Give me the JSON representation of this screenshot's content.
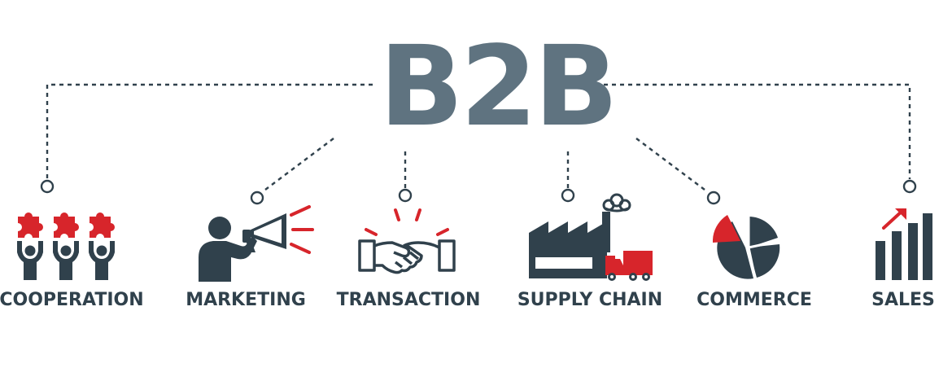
{
  "title": "B2B",
  "colors": {
    "title": "#5f7380",
    "dark": "#30414c",
    "accent": "#d7252b",
    "line": "#30414c"
  },
  "categories": [
    {
      "label": "COOPERATION",
      "icon": "puzzle-people-icon"
    },
    {
      "label": "MARKETING",
      "icon": "megaphone-icon"
    },
    {
      "label": "TRANSACTION",
      "icon": "handshake-icon"
    },
    {
      "label": "SUPPLY CHAIN",
      "icon": "factory-truck-icon"
    },
    {
      "label": "COMMERCE",
      "icon": "pie-chart-icon"
    },
    {
      "label": "SALES",
      "icon": "bar-chart-icon"
    }
  ]
}
